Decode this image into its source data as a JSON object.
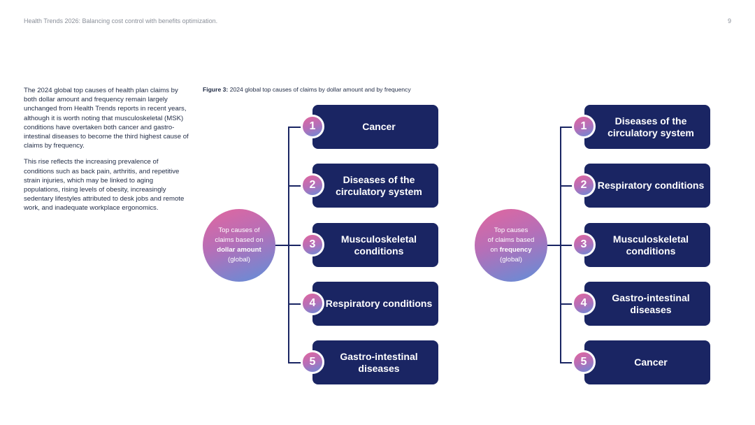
{
  "header": {
    "title": "Health Trends 2026: Balancing cost control with benefits optimization.",
    "page_number": "9"
  },
  "body": {
    "paragraphs": [
      "The 2024 global top causes of health plan claims by both dollar amount and frequency remain largely unchanged from Health Trends reports in recent years, although it is worth noting that musculoskeletal (MSK) conditions have overtaken both cancer and gastro-intestinal diseases to become the third highest cause of claims by frequency.",
      "This rise reflects the increasing prevalence of conditions such as back pain, arthritis, and repetitive strain injuries, which may be linked to aging populations, rising levels of obesity, increasingly sedentary lifestyles attributed to desk jobs and remote work, and inadequate workplace ergonomics."
    ]
  },
  "figure": {
    "label": "Figure 3:",
    "caption": "2024 global top causes of claims by dollar amount and by frequency"
  },
  "diagrams": [
    {
      "hub_line1": "Top causes of",
      "hub_line2": "claims based on",
      "hub_bold": "dollar amount",
      "hub_line4": "(global)",
      "items": [
        {
          "rank": "1",
          "label": "Cancer"
        },
        {
          "rank": "2",
          "label": "Diseases of the circulatory system"
        },
        {
          "rank": "3",
          "label": "Musculoskeletal conditions"
        },
        {
          "rank": "4",
          "label": "Respiratory conditions"
        },
        {
          "rank": "5",
          "label": "Gastro-intestinal diseases"
        }
      ]
    },
    {
      "hub_line1": "Top causes",
      "hub_line2": "of claims based",
      "hub_bold": "frequency",
      "hub_prefix": "on",
      "hub_line4": "(global)",
      "items": [
        {
          "rank": "1",
          "label": "Diseases of the circulatory system"
        },
        {
          "rank": "2",
          "label": "Respiratory conditions"
        },
        {
          "rank": "3",
          "label": "Musculoskeletal conditions"
        },
        {
          "rank": "4",
          "label": "Gastro-intestinal diseases"
        },
        {
          "rank": "5",
          "label": "Cancer"
        }
      ]
    }
  ],
  "colors": {
    "card": "#1a2563",
    "hub_gradient_start": "#e2669e",
    "hub_gradient_end": "#5f8fd9"
  }
}
